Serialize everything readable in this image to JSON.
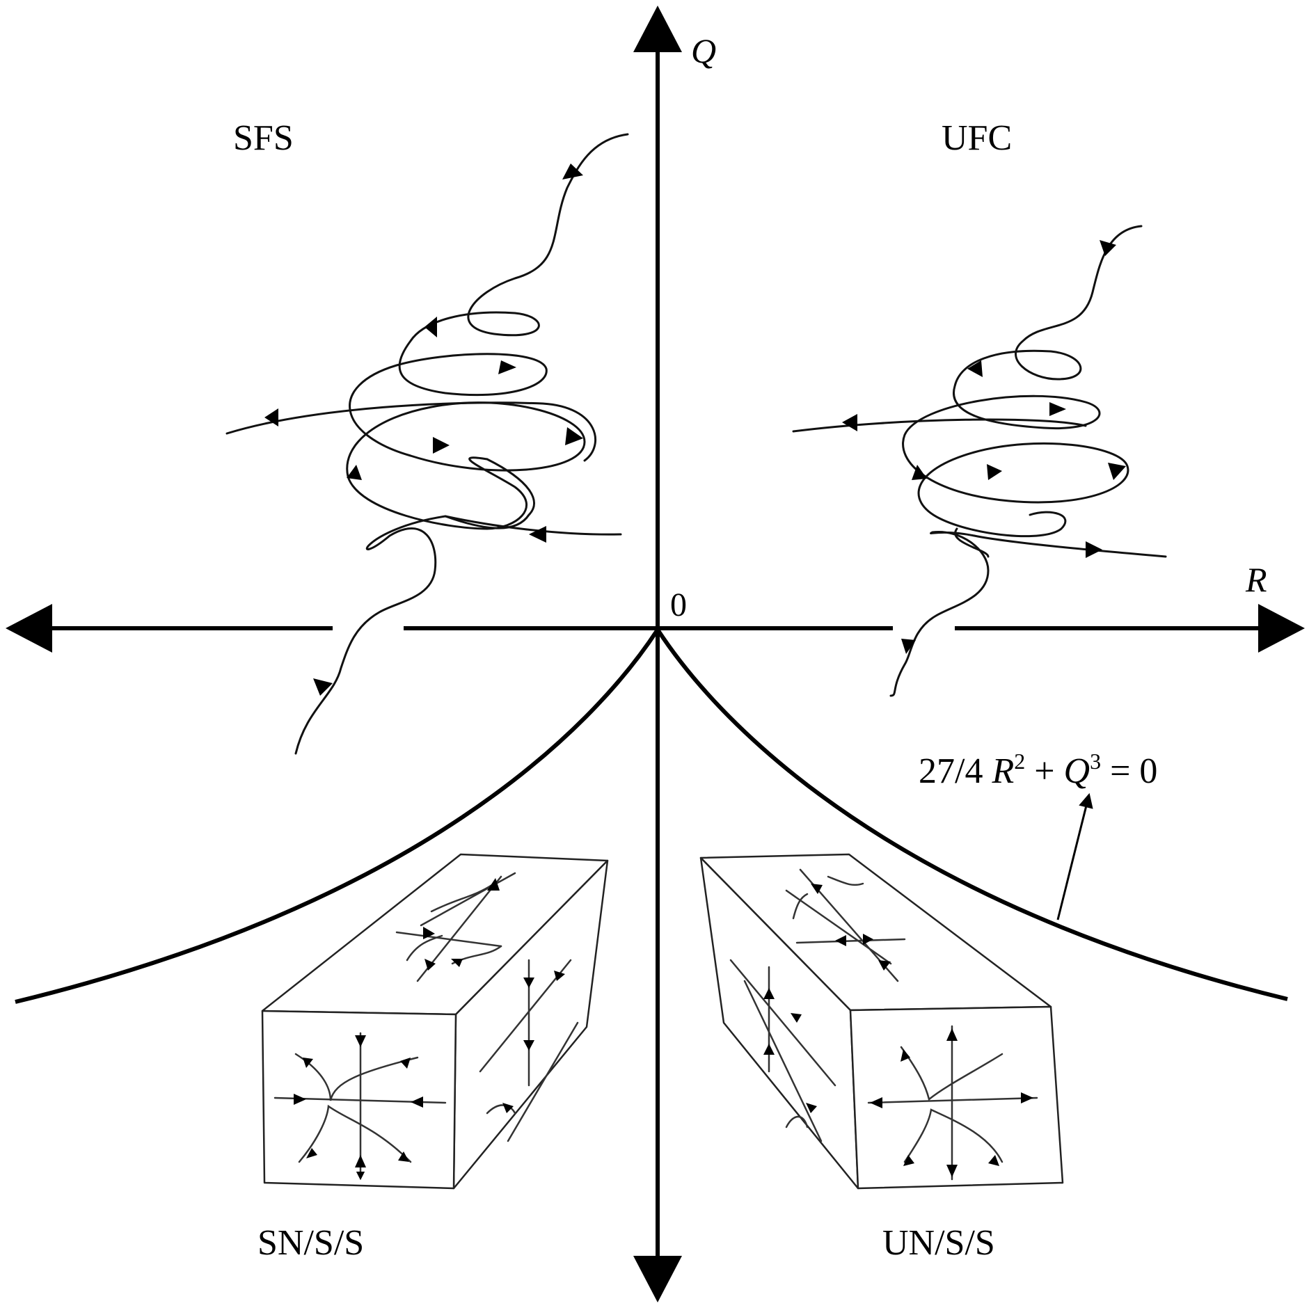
{
  "axes": {
    "q_label": "Q",
    "r_label": "R",
    "origin_label": "0"
  },
  "regions": {
    "top_left": "SFS",
    "top_right": "UFC",
    "bottom_left": "SN/S/S",
    "bottom_right": "UN/S/S"
  },
  "curve_equation": {
    "prefix": "27/4 ",
    "r_var": "R",
    "r_exp": "2",
    "plus": " + ",
    "q_var": "Q",
    "q_exp": "3",
    "suffix": " = 0"
  },
  "colors": {
    "ink": "#000000",
    "background": "#ffffff"
  }
}
